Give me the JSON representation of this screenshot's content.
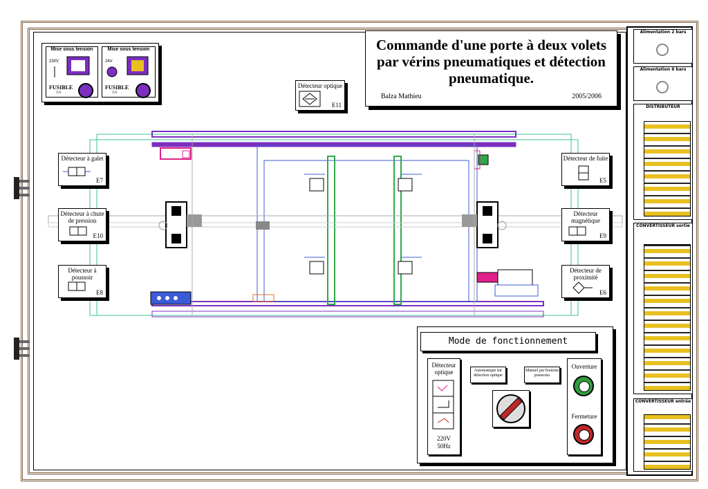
{
  "title": {
    "line1": "Commande d'une porte à deux volets",
    "line2": "par vérins pneumatiques et détection",
    "line3": "pneumatique.",
    "author": "Balza Mathieu",
    "year": "2005/2006"
  },
  "power": {
    "left": {
      "header": "Mise sous tension",
      "voltage": "230V",
      "fuse": "FUSIBLE",
      "rating": "1A"
    },
    "right": {
      "header": "Mise sous tension",
      "voltage": "24V",
      "fuse": "FUSIBLE",
      "rating": "1A"
    }
  },
  "detectors": {
    "optique": {
      "label": "Détecteur optique",
      "code": "E11"
    },
    "galet": {
      "label": "Détecteur à galet",
      "code": "E7"
    },
    "chute": {
      "label": "Détecteur à chute de pression",
      "code": "E10"
    },
    "poussoir": {
      "label": "Détecteur à poussoir",
      "code": "E8"
    },
    "fuite": {
      "label": "Détecteur de fuite",
      "code": "E5"
    },
    "magnetique": {
      "label": "Détecteur magnétique",
      "code": "E9"
    },
    "proximite": {
      "label": "Détecteur de proximité",
      "code": "E6"
    }
  },
  "right_panel": {
    "alim1": "Alimentation 2 bars",
    "alim2": "Alimentation 6 bars",
    "distributeur": "DISTRIBUTEUR",
    "conv_sortie": "CONVERTISSEUR sortie",
    "conv_entree": "CONVERTISSEUR entrée"
  },
  "mode": {
    "title": "Mode de fonctionnement",
    "optical_label": "Détecteur optique",
    "supply": "220V",
    "freq": "50Hz",
    "auto_label": "Automatique sur détection optique",
    "manual_label": "Manuel par boutons poussoirs",
    "open_label": "Ouverture",
    "close_label": "Fermeture"
  },
  "colors": {
    "frame": "#7a5a3a",
    "purple": "#7b2fbf",
    "blue": "#3b5bd6",
    "green": "#2ea84a",
    "teal": "#3fbf9a",
    "magenta": "#e0208a",
    "yellow": "#e8c020",
    "orange": "#e07020",
    "open_button": "#2e9e3e",
    "close_button": "#c02828"
  }
}
